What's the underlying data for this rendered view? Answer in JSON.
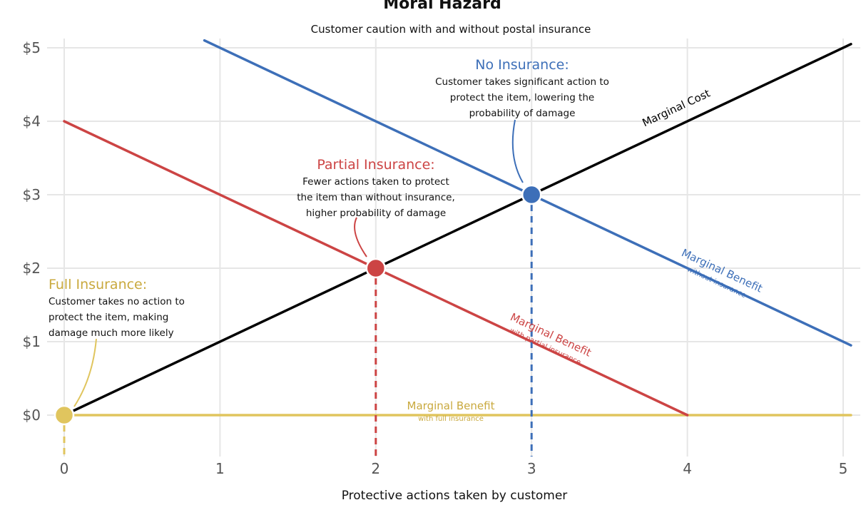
{
  "chart_data": {
    "type": "line",
    "title": "Moral Hazard",
    "subtitle": "Customer caution with and without postal insurance",
    "xlabel": "Protective actions taken by customer",
    "ylabel": "",
    "xlim": [
      -0.05,
      5.05
    ],
    "ylim": [
      -0.5,
      5.1
    ],
    "x_ticks": [
      0,
      1,
      2,
      3,
      4,
      5
    ],
    "x_tick_labels": [
      "0",
      "1",
      "2",
      "3",
      "4",
      "5"
    ],
    "y_ticks": [
      0,
      1,
      2,
      3,
      4,
      5
    ],
    "y_tick_labels": [
      "$0",
      "$1",
      "$2",
      "$3",
      "$4",
      "$5"
    ],
    "grid": true,
    "series": [
      {
        "key": "cost",
        "name": "Marginal Cost",
        "color": "#000000",
        "x": [
          0,
          5.05
        ],
        "y": [
          0,
          5.05
        ]
      },
      {
        "key": "none",
        "name": "Marginal Benefit",
        "sublabel": "without insurance",
        "color": "#3d6fb8",
        "x": [
          0.9,
          5.05
        ],
        "y": [
          5.1,
          0.95
        ]
      },
      {
        "key": "partial",
        "name": "Marginal Benefit",
        "sublabel": "with partial insurance",
        "color": "#cc4444",
        "x": [
          0,
          4
        ],
        "y": [
          4,
          0
        ]
      },
      {
        "key": "full",
        "name": "Marginal Benefit",
        "sublabel": "with full insurance",
        "color": "#e0c55e",
        "x": [
          0,
          5.05
        ],
        "y": [
          0,
          0
        ]
      }
    ],
    "equilibria": [
      {
        "key": "full",
        "x": 0,
        "y": 0,
        "color": "#e0c55e",
        "title": "Full Insurance:",
        "lines": [
          "Customer takes no action to",
          "protect the item, making",
          "damage much more likely"
        ]
      },
      {
        "key": "partial",
        "x": 2,
        "y": 2,
        "color": "#cc4444",
        "title": "Partial Insurance:",
        "lines": [
          "Fewer actions taken to protect",
          "the item than without insurance,",
          "higher probability of damage"
        ]
      },
      {
        "key": "none",
        "x": 3,
        "y": 3,
        "color": "#3d6fb8",
        "title": "No Insurance:",
        "lines": [
          "Customer takes significant action to",
          "protect the item, lowering the",
          "probability of damage"
        ]
      }
    ]
  }
}
